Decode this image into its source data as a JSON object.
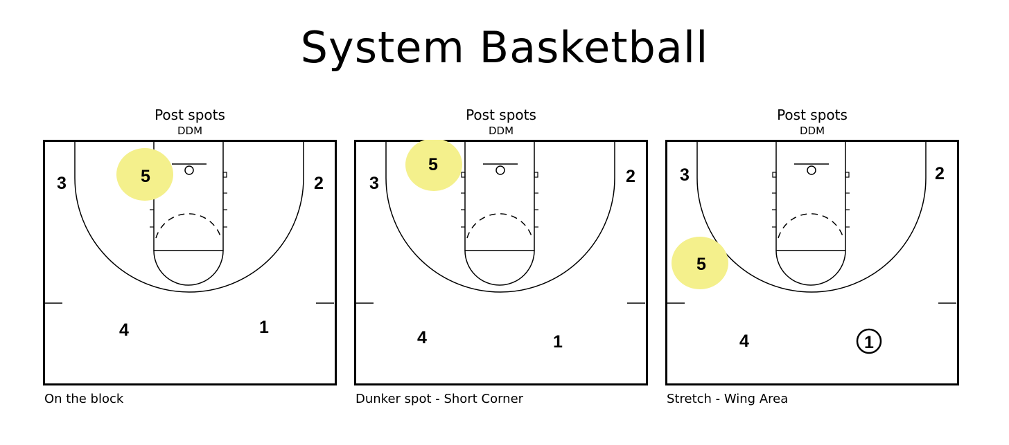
{
  "title": "System Basketball",
  "highlight_color": "#f4f08c",
  "panels": [
    {
      "title": "Post spots",
      "subtitle": "DDM",
      "caption": "On the block",
      "players": [
        {
          "label": "3",
          "highlighted": false,
          "circled": false
        },
        {
          "label": "5",
          "highlighted": true,
          "circled": false
        },
        {
          "label": "2",
          "highlighted": false,
          "circled": false
        },
        {
          "label": "4",
          "highlighted": false,
          "circled": false
        },
        {
          "label": "1",
          "highlighted": false,
          "circled": false
        }
      ]
    },
    {
      "title": "Post spots",
      "subtitle": "DDM",
      "caption": "Dunker spot - Short Corner",
      "players": [
        {
          "label": "3",
          "highlighted": false,
          "circled": false
        },
        {
          "label": "5",
          "highlighted": true,
          "circled": false
        },
        {
          "label": "2",
          "highlighted": false,
          "circled": false
        },
        {
          "label": "4",
          "highlighted": false,
          "circled": false
        },
        {
          "label": "1",
          "highlighted": false,
          "circled": false
        }
      ]
    },
    {
      "title": "Post spots",
      "subtitle": "DDM",
      "caption": "Stretch - Wing Area",
      "players": [
        {
          "label": "3",
          "highlighted": false,
          "circled": false
        },
        {
          "label": "5",
          "highlighted": true,
          "circled": false
        },
        {
          "label": "2",
          "highlighted": false,
          "circled": false
        },
        {
          "label": "4",
          "highlighted": false,
          "circled": false
        },
        {
          "label": "1",
          "highlighted": false,
          "circled": true
        }
      ]
    }
  ]
}
